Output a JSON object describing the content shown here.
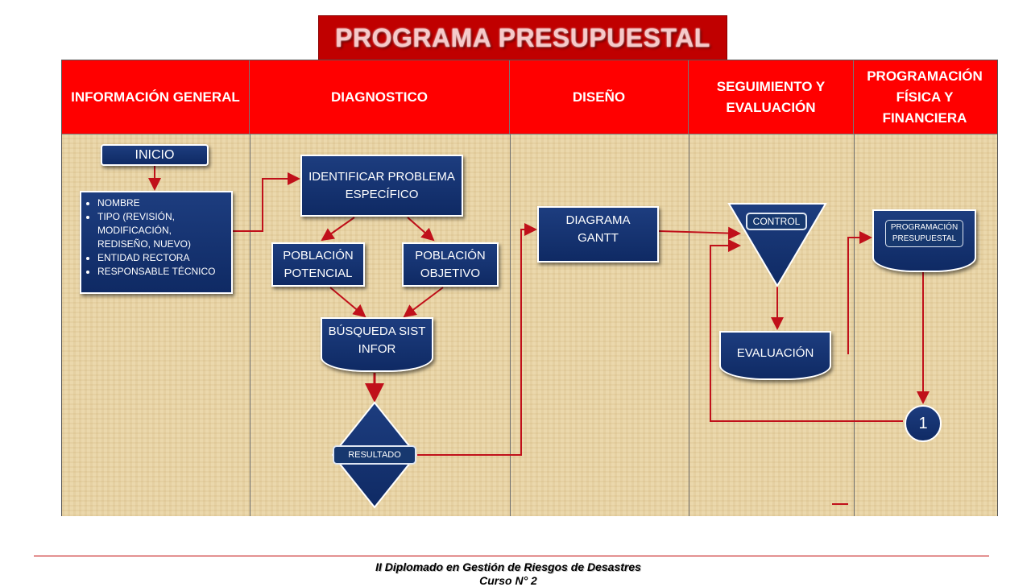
{
  "title": "PROGRAMA PRESUPUESTAL",
  "columns": [
    "INFORMACIÓN GENERAL",
    "DIAGNOSTICO",
    "DISEÑO",
    "SEGUIMIENTO Y EVALUACIÓN",
    "PROGRAMACIÓN FÍSICA Y FINANCIERA"
  ],
  "nodes": {
    "inicio": "INICIO",
    "info_items": [
      "NOMBRE",
      "TIPO (REVISIÓN, MODIFICACIÓN, REDISEÑO, NUEVO)",
      "ENTIDAD RECTORA",
      "RESPONSABLE TÉCNICO"
    ],
    "identificar": "IDENTIFICAR PROBLEMA ESPECÍFICO",
    "poblacion_potencial": "POBLACIÓN POTENCIAL",
    "poblacion_objetivo": "POBLACIÓN OBJETIVO",
    "busqueda": "BÚSQUEDA SIST INFOR",
    "resultado": "RESULTADO",
    "diagrama_gantt": "DIAGRAMA GANTT",
    "control": "CONTROL",
    "evaluacion": "EVALUACIÓN",
    "programacion_presupuestal": "PROGRAMACIÓN PRESUPUESTAL",
    "connector": "1"
  },
  "footer": {
    "line1": "II Diplomado en Gestión de Riesgos de Desastres",
    "line2": "Curso N° 2"
  },
  "colors": {
    "header_red": "#ff0000",
    "title_red": "#c00000",
    "node_blue": "#14336f",
    "arrow_red": "#c0101a",
    "parchment": "#e9d4a4"
  }
}
